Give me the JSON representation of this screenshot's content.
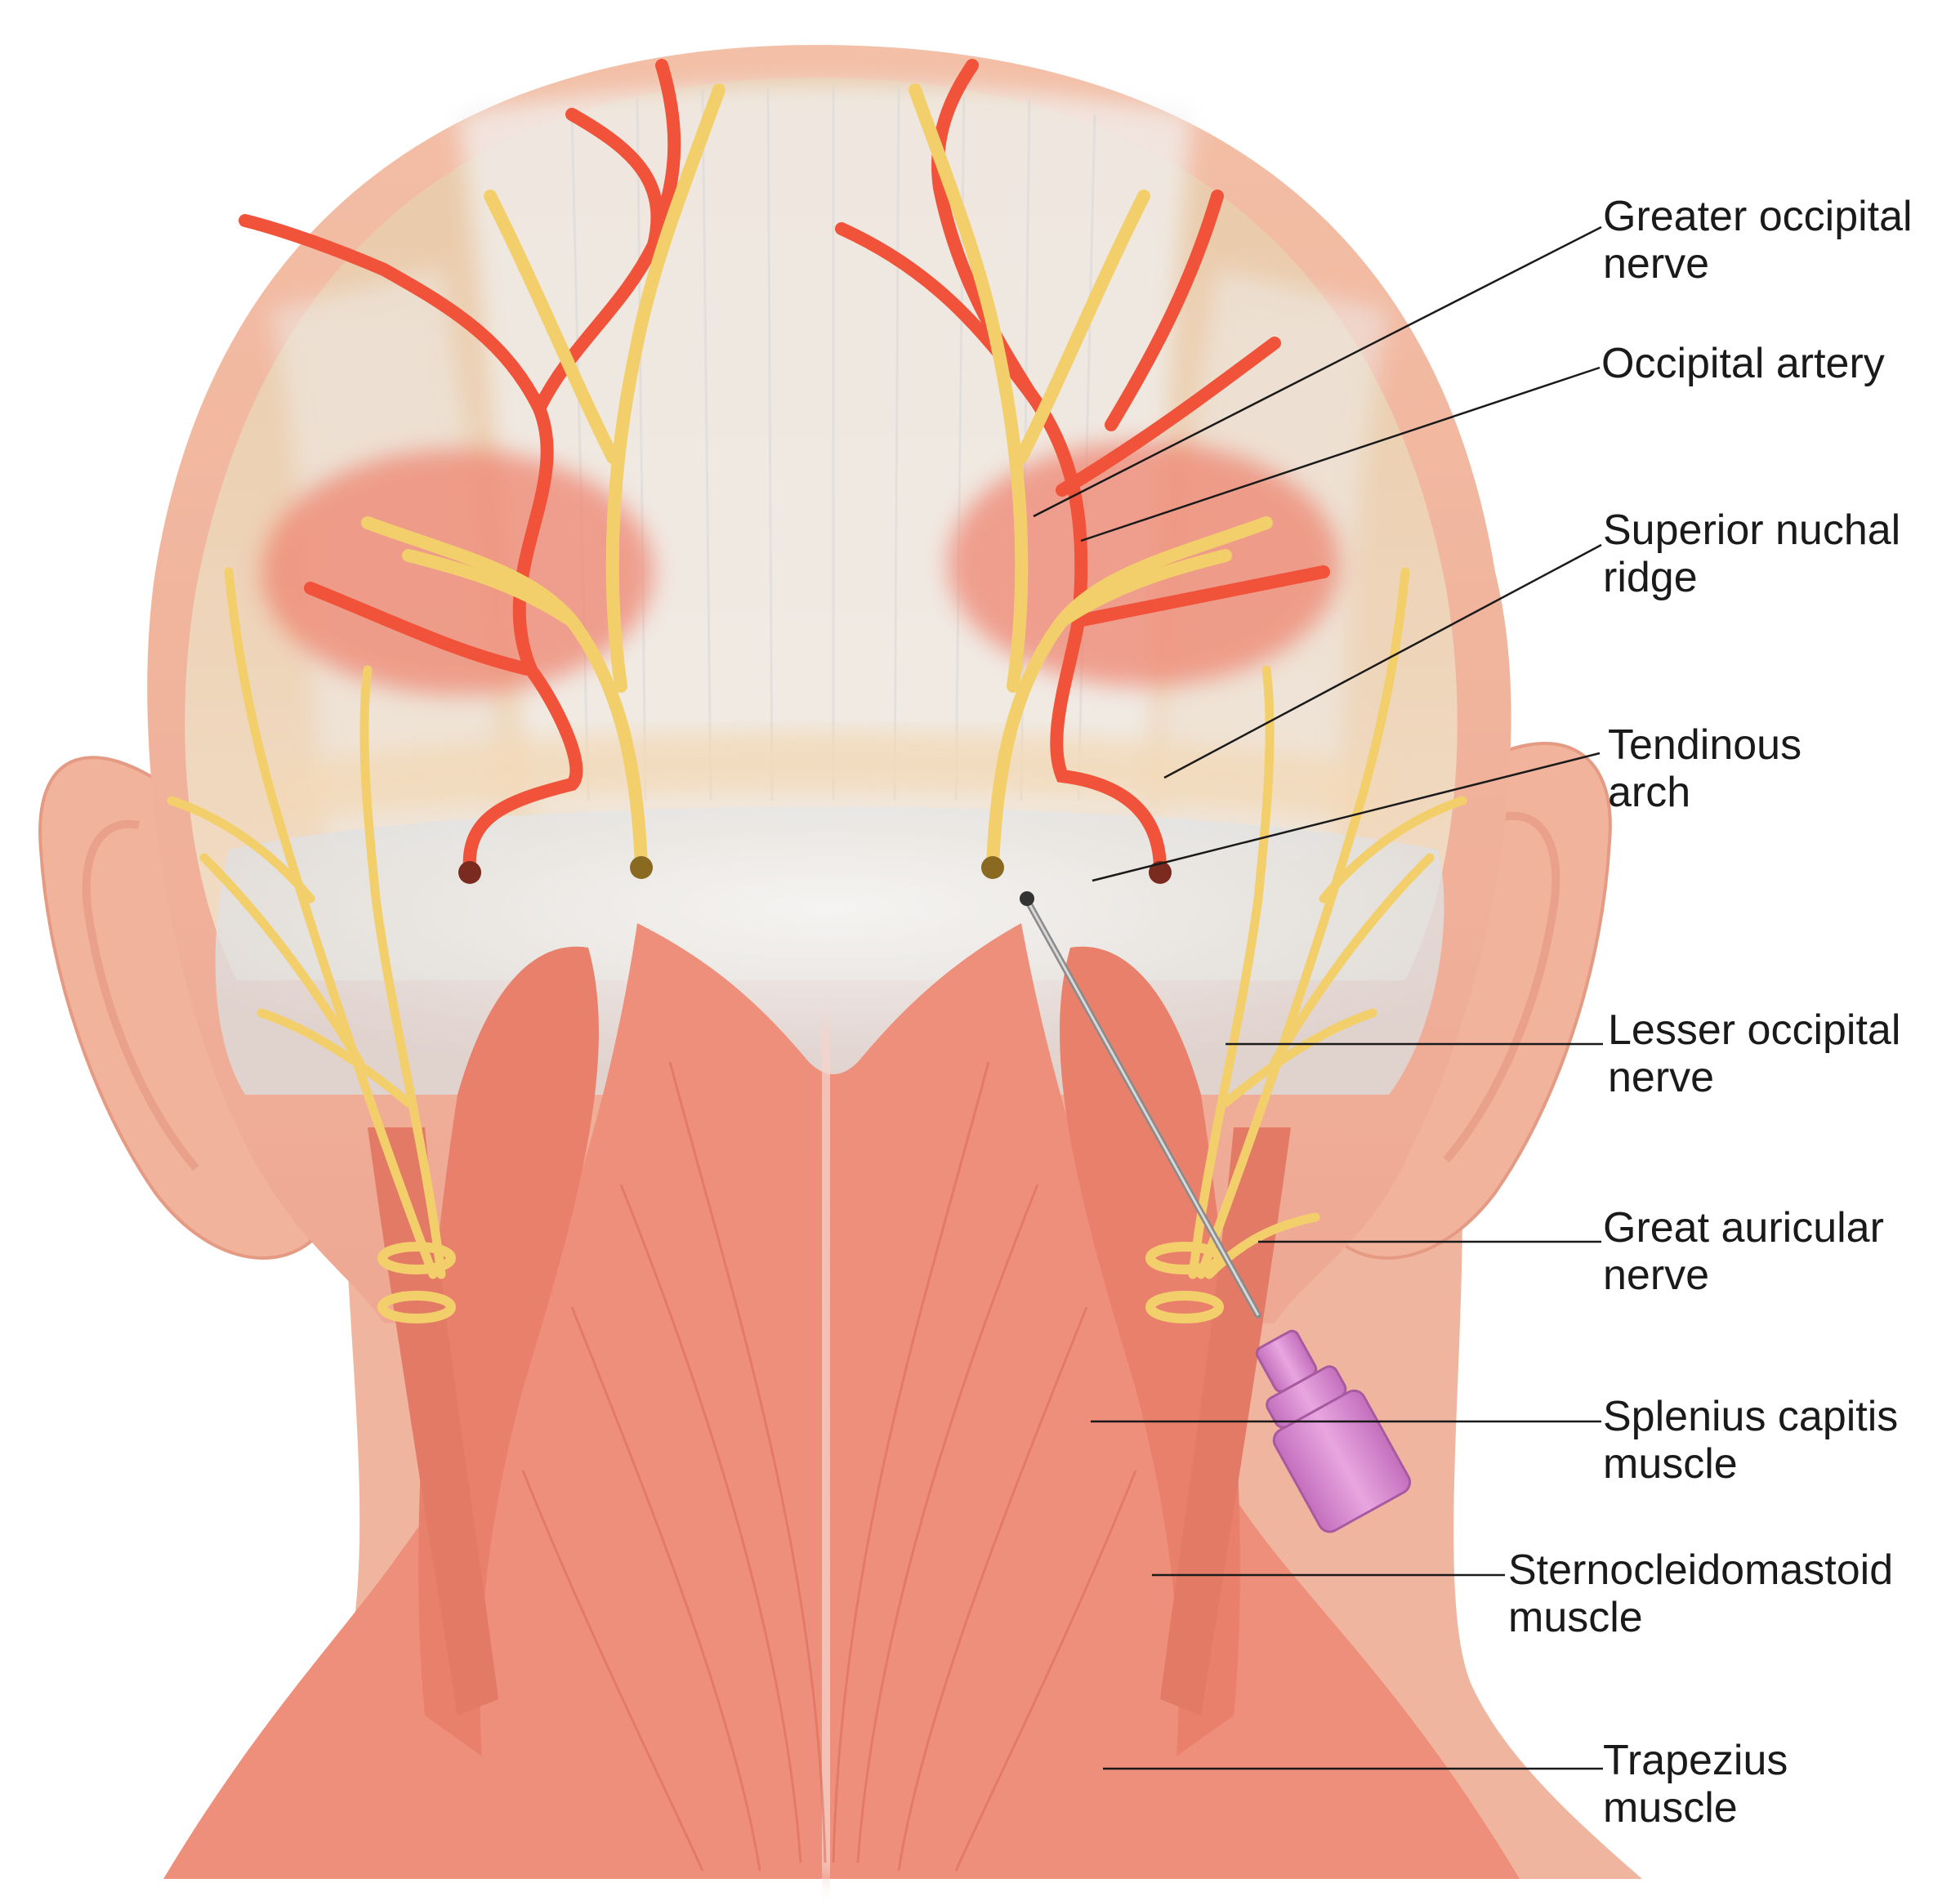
{
  "labels": {
    "greater_occipital_nerve": [
      "Greater occipital",
      "nerve"
    ],
    "occipital_artery": [
      "Occipital artery"
    ],
    "superior_nuchal_ridge": [
      "Superior nuchal",
      "ridge"
    ],
    "tendinous_arch": [
      "Tendinous",
      "arch"
    ],
    "lesser_occipital_nerve": [
      "Lesser occipital",
      "nerve"
    ],
    "great_auricular_nerve": [
      "Great auricular",
      "nerve"
    ],
    "splenius_capitis_muscle": [
      "Splenius capitis",
      "muscle"
    ],
    "sternocleidomastoid_muscle": [
      "Sternocleidomastoid",
      "muscle"
    ],
    "trapezius_muscle": [
      "Trapezius",
      "muscle"
    ]
  },
  "colors": {
    "skin": "#f2b59e",
    "scalp": "#ecd3b4",
    "muscle": "#ee8f7c",
    "artery": "#f0523a",
    "nerve": "#f3cf6c",
    "fascia": "#eeeeee",
    "needle_hub": "#d88bd0"
  }
}
